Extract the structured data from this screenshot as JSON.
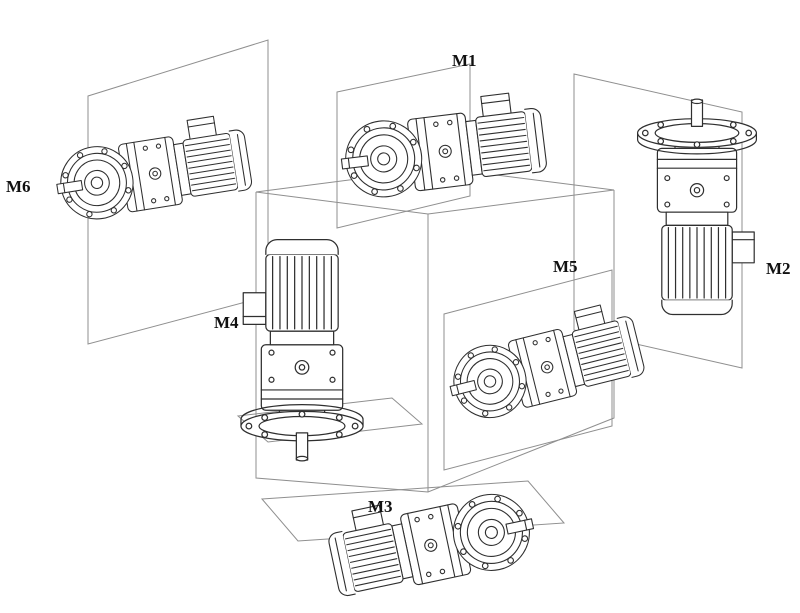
{
  "positions": [
    {
      "id": "m1",
      "label": "M1"
    },
    {
      "id": "m2",
      "label": "M2"
    },
    {
      "id": "m3",
      "label": "M3"
    },
    {
      "id": "m4",
      "label": "M4"
    },
    {
      "id": "m5",
      "label": "M5"
    },
    {
      "id": "m6",
      "label": "M6"
    }
  ],
  "colors": {
    "background": "#ffffff",
    "drawing_line": "#2f2f2f",
    "construction_line": "#8f8f8f",
    "label_text": "#111111"
  }
}
